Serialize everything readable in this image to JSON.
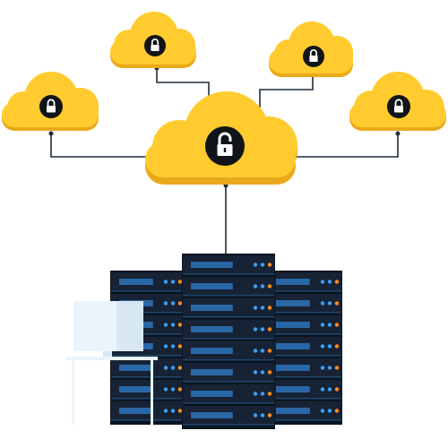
{
  "colors": {
    "background": "#ffffff",
    "cloud_main": "#FFCB2E",
    "cloud_shade": "#E9A91A",
    "lock_badge": "#111418",
    "lock_icon": "#ffffff",
    "connector": "#1f2c3a",
    "server_body": "#172334",
    "server_edge": "#0b1522",
    "server_slot": "#2a67a6",
    "led_blue": "#3aa0ff",
    "led_orange": "#ff8a1e",
    "monitor": "#eaf4fb",
    "monitor_shade": "#d8e8f3"
  },
  "diagram": {
    "central_cloud": {
      "icon": "lock-open-icon"
    },
    "peripheral_clouds": [
      {
        "name": "top-left",
        "icon": "lock-icon"
      },
      {
        "name": "top-right",
        "icon": "lock-icon"
      },
      {
        "name": "left",
        "icon": "lock-icon"
      },
      {
        "name": "right",
        "icon": "lock-icon"
      }
    ],
    "server_racks": [
      {
        "name": "left-rack",
        "units": 7
      },
      {
        "name": "center-rack",
        "units": 8
      },
      {
        "name": "right-rack",
        "units": 7
      }
    ],
    "workstation": {
      "icon": "computer-monitor-icon"
    }
  }
}
